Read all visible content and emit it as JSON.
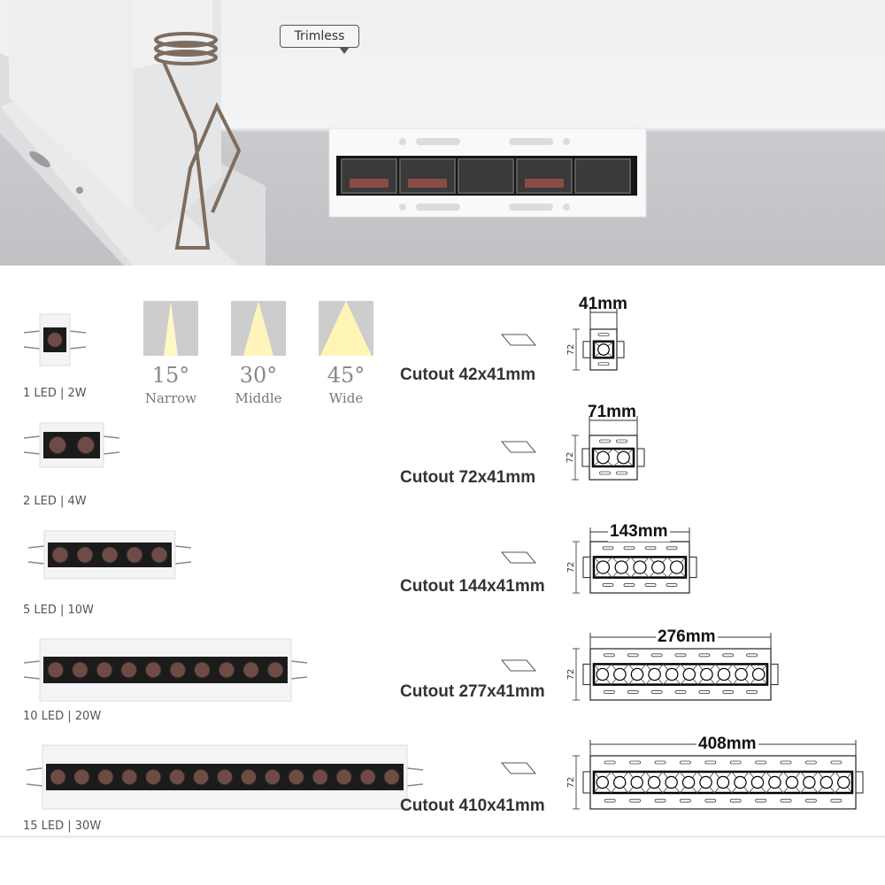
{
  "hero": {
    "trimless_label": "Trimless"
  },
  "beam_angles": [
    {
      "angle": "15°",
      "name": "Narrow"
    },
    {
      "angle": "30°",
      "name": "Middle"
    },
    {
      "angle": "45°",
      "name": "Wide"
    }
  ],
  "models": [
    {
      "label": "1 LED | 2W",
      "leds": 1,
      "cutout": "Cutout 42x41mm",
      "width": "41mm",
      "height": "72"
    },
    {
      "label": "2 LED | 4W",
      "leds": 2,
      "cutout": "Cutout 72x41mm",
      "width": "71mm",
      "height": "72"
    },
    {
      "label": "5 LED | 10W",
      "leds": 5,
      "cutout": "Cutout 144x41mm",
      "width": "143mm",
      "height": "72"
    },
    {
      "label": "10 LED | 20W",
      "leds": 10,
      "cutout": "Cutout 277x41mm",
      "width": "276mm",
      "height": "72"
    },
    {
      "label": "15 LED | 30W",
      "leds": 15,
      "cutout": "Cutout 410x41mm",
      "width": "408mm",
      "height": "72"
    }
  ]
}
